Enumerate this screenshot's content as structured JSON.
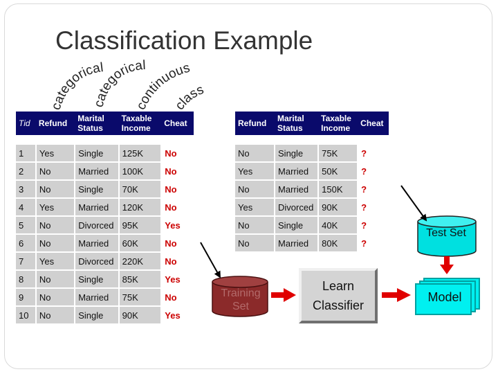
{
  "title": "Classification Example",
  "column_types": {
    "categorical_1": "categorical",
    "categorical_2": "categorical",
    "continuous": "continuous",
    "class": "class"
  },
  "training_table": {
    "headers": [
      "Tid",
      "Refund",
      "Marital Status",
      "Taxable Income",
      "Cheat"
    ],
    "rows": [
      [
        "1",
        "Yes",
        "Single",
        "125K",
        "No"
      ],
      [
        "2",
        "No",
        "Married",
        "100K",
        "No"
      ],
      [
        "3",
        "No",
        "Single",
        "70K",
        "No"
      ],
      [
        "4",
        "Yes",
        "Married",
        "120K",
        "No"
      ],
      [
        "5",
        "No",
        "Divorced",
        "95K",
        "Yes"
      ],
      [
        "6",
        "No",
        "Married",
        "60K",
        "No"
      ],
      [
        "7",
        "Yes",
        "Divorced",
        "220K",
        "No"
      ],
      [
        "8",
        "No",
        "Single",
        "85K",
        "Yes"
      ],
      [
        "9",
        "No",
        "Married",
        "75K",
        "No"
      ],
      [
        "10",
        "No",
        "Single",
        "90K",
        "Yes"
      ]
    ]
  },
  "test_table": {
    "headers": [
      "Refund",
      "Marital Status",
      "Taxable Income",
      "Cheat"
    ],
    "rows": [
      [
        "No",
        "Single",
        "75K",
        "?"
      ],
      [
        "Yes",
        "Married",
        "50K",
        "?"
      ],
      [
        "No",
        "Married",
        "150K",
        "?"
      ],
      [
        "Yes",
        "Divorced",
        "90K",
        "?"
      ],
      [
        "No",
        "Single",
        "40K",
        "?"
      ],
      [
        "No",
        "Married",
        "80K",
        "?"
      ]
    ]
  },
  "diagram": {
    "training_set": "Training Set",
    "test_set": "Test Set",
    "learn_line1": "Learn",
    "learn_line2": "Classifier",
    "model": "Model"
  },
  "colors": {
    "header_bg": "#0a0a6b",
    "cell_bg": "#d0d0d0",
    "class_text": "#cc0000",
    "training_cylinder": "#8b2a2a",
    "test_cylinder": "#00e0e0",
    "arrow_red": "#e00000",
    "model_fill": "#00f0f0"
  }
}
